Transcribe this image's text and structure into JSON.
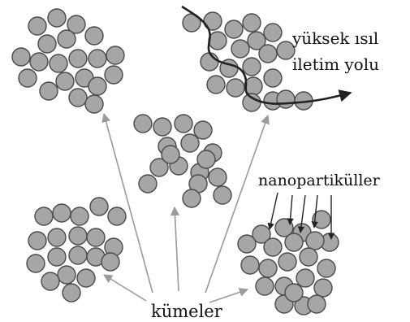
{
  "labels": {
    "path_line1": "yüksek ısıl",
    "path_line2": "iletim yolu",
    "nanoparticles": "nanopartiküller",
    "clusters": "kümeler"
  },
  "colors": {
    "particle_fill": "#a6a6a6",
    "particle_stroke": "#4a4a4a",
    "arrow": "#9a9a9a",
    "path_line": "#222222",
    "text": "#111111"
  },
  "clusters": [
    {
      "name": "cluster-top-left",
      "particles": 20
    },
    {
      "name": "cluster-top-right",
      "particles": 21
    },
    {
      "name": "cluster-center",
      "particles": 17
    },
    {
      "name": "cluster-bottom-left",
      "particles": 19
    },
    {
      "name": "cluster-bottom-right",
      "particles": 22
    }
  ]
}
